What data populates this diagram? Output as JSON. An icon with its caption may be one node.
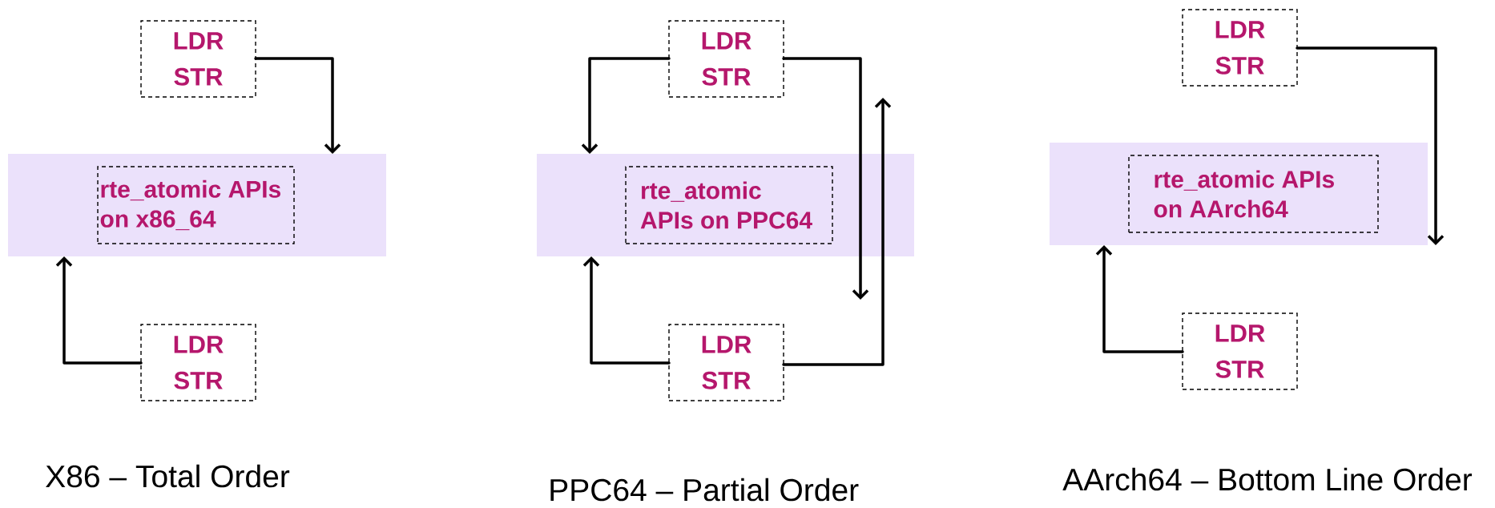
{
  "diagram": {
    "nodes": [
      {
        "text": [
          "LDR",
          "STR"
        ]
      },
      {
        "text": [],
        "shape": "box"
      },
      {
        "text": [
          "rte_atomic APIs on x86_64"
        ],
        "in": 1
      },
      {
        "text": [
          "LDR",
          "STR"
        ]
      },
      {
        "text": [
          "LDR",
          "STR"
        ]
      },
      {
        "text": [],
        "shape": "box"
      },
      {
        "text": [
          "rte_atomic APIs on PPC64"
        ],
        "in": 5
      },
      {
        "text": [
          "LDR",
          "STR"
        ]
      },
      {
        "text": [
          "LDR",
          "STR"
        ]
      },
      {
        "text": [],
        "shape": "box"
      },
      {
        "text": [
          "rte_atomic APIs on AArch64"
        ],
        "in": 9
      },
      {
        "text": [
          "LDR",
          "STR"
        ]
      }
    ],
    "edges": [
      {
        "from": 0,
        "to": 1,
        "arrow": "to"
      },
      {
        "from": 3,
        "to": 1,
        "arrow": "to"
      },
      {
        "from": 4,
        "to": 5,
        "arrow": "to"
      },
      {
        "from": 4,
        "to": null,
        "arrow": "to"
      },
      {
        "from": 7,
        "to": null,
        "arrow": "to"
      },
      {
        "from": 7,
        "to": 5,
        "arrow": "to"
      },
      {
        "from": 8,
        "to": 9,
        "arrow": "to"
      },
      {
        "from": 11,
        "to": 9,
        "arrow": "to"
      }
    ],
    "labels": [
      "X86 – Total Order",
      "PPC64 – Partial Order",
      "AArch64 – Bottom Line Order"
    ]
  }
}
